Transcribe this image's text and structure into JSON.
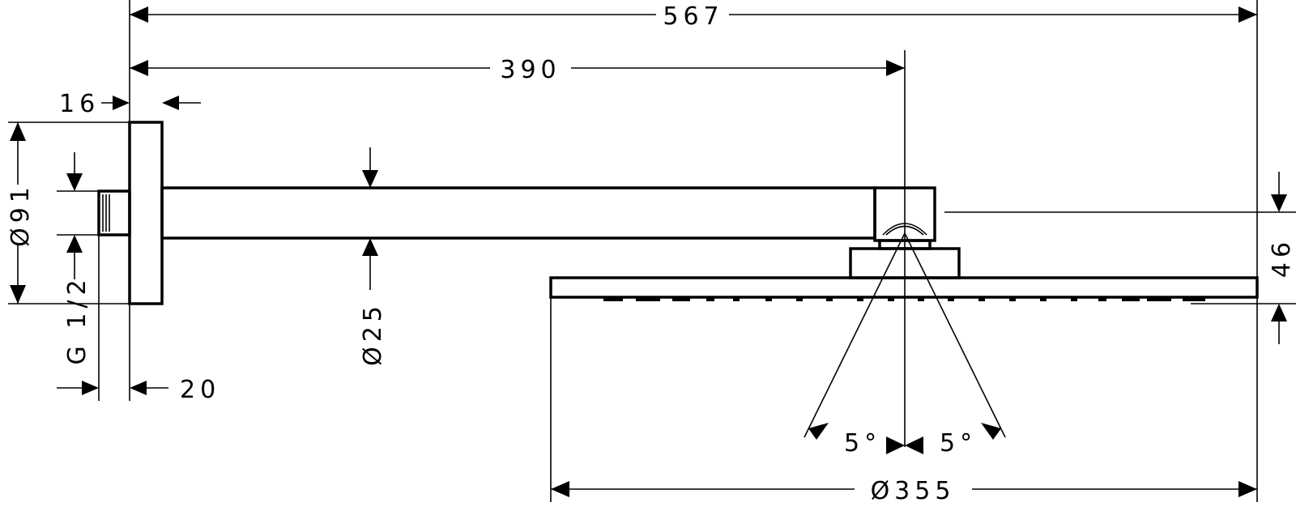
{
  "dimensions": {
    "overall_length": "567",
    "arm_length": "390",
    "flange_thickness": "16",
    "flange_diameter": "Ø91",
    "thread": "G 1/2",
    "thread_length": "20",
    "arm_diameter": "Ø25",
    "head_height": "46",
    "head_diameter": "Ø355",
    "tilt_left": "5°",
    "tilt_right": "5°"
  }
}
